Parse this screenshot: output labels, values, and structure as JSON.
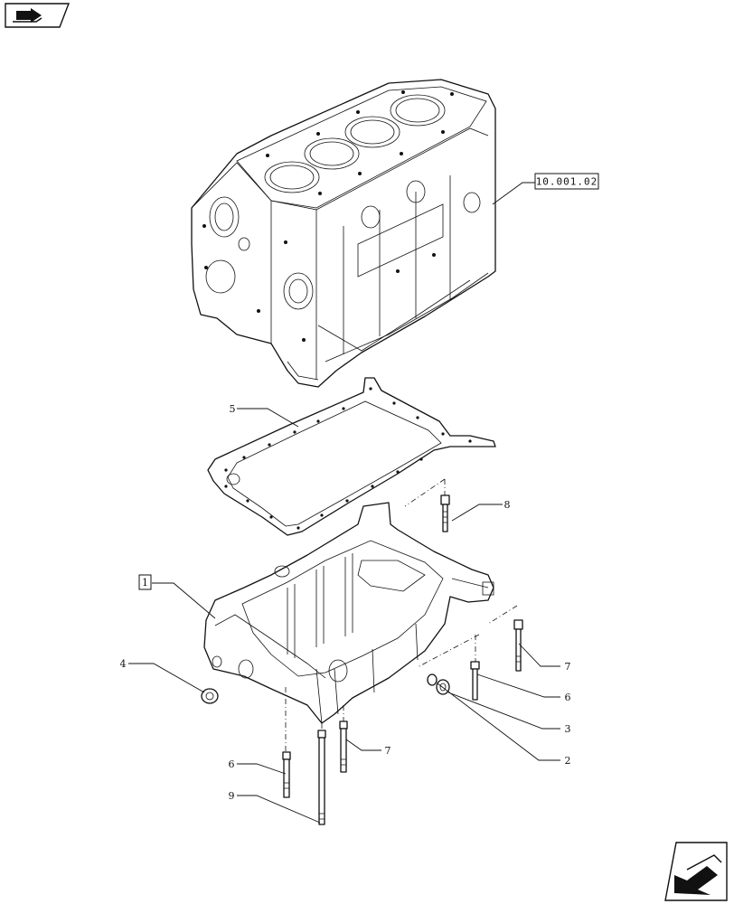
{
  "nav": {
    "back_icon": "book-arrow-icon",
    "next_icon": "next-page-arrow-icon"
  },
  "reference": {
    "label": "10.001.02"
  },
  "callouts": {
    "c1": "1",
    "c2": "2",
    "c3": "3",
    "c4": "4",
    "c5": "5",
    "c6a": "6",
    "c6b": "6",
    "c7a": "7",
    "c7b": "7",
    "c8": "8",
    "c9": "9"
  },
  "colors": {
    "line": "#111111",
    "background": "#ffffff"
  }
}
